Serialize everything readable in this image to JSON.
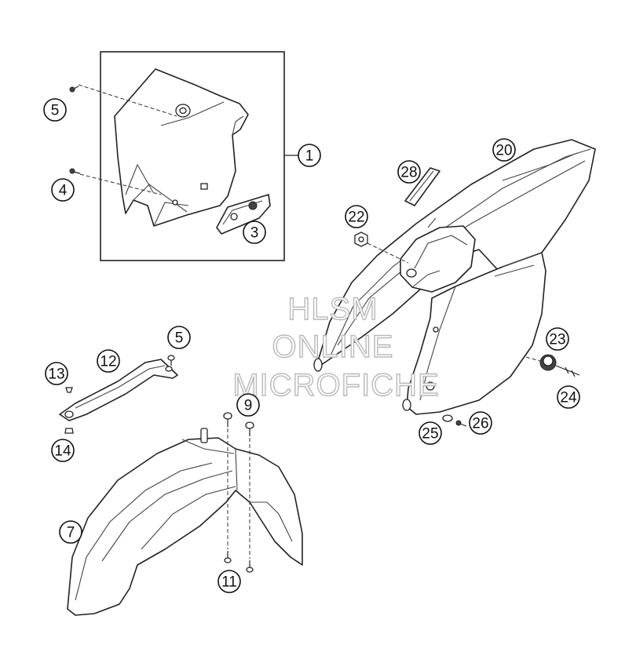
{
  "watermark": {
    "line1": "HLSM",
    "line2": "ONLINE",
    "line3": "MICROFICHE"
  },
  "callouts": [
    {
      "id": "c1",
      "label": "1"
    },
    {
      "id": "c3",
      "label": "3"
    },
    {
      "id": "c4",
      "label": "4"
    },
    {
      "id": "c5a",
      "label": "5"
    },
    {
      "id": "c5b",
      "label": "5"
    },
    {
      "id": "c7",
      "label": "7"
    },
    {
      "id": "c9",
      "label": "9"
    },
    {
      "id": "c11",
      "label": "11"
    },
    {
      "id": "c12",
      "label": "12"
    },
    {
      "id": "c13",
      "label": "13"
    },
    {
      "id": "c14",
      "label": "14"
    },
    {
      "id": "c20",
      "label": "20"
    },
    {
      "id": "c22",
      "label": "22"
    },
    {
      "id": "c23",
      "label": "23"
    },
    {
      "id": "c24",
      "label": "24"
    },
    {
      "id": "c25",
      "label": "25"
    },
    {
      "id": "c26",
      "label": "26"
    },
    {
      "id": "c28",
      "label": "28"
    }
  ]
}
